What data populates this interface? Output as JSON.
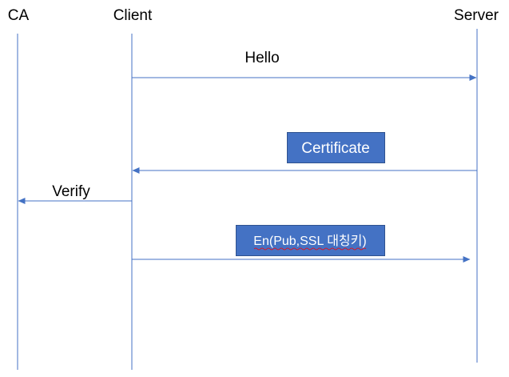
{
  "actors": {
    "ca": "CA",
    "client": "Client",
    "server": "Server"
  },
  "messages": {
    "hello": "Hello",
    "certificate": "Certificate",
    "verify": "Verify",
    "encrypt": "En(Pub,SSL 대칭키)"
  },
  "colors": {
    "line": "#4472c4",
    "box_fill": "#4472c4",
    "box_border": "#2f528f",
    "spell_underline": "#ff0000"
  }
}
